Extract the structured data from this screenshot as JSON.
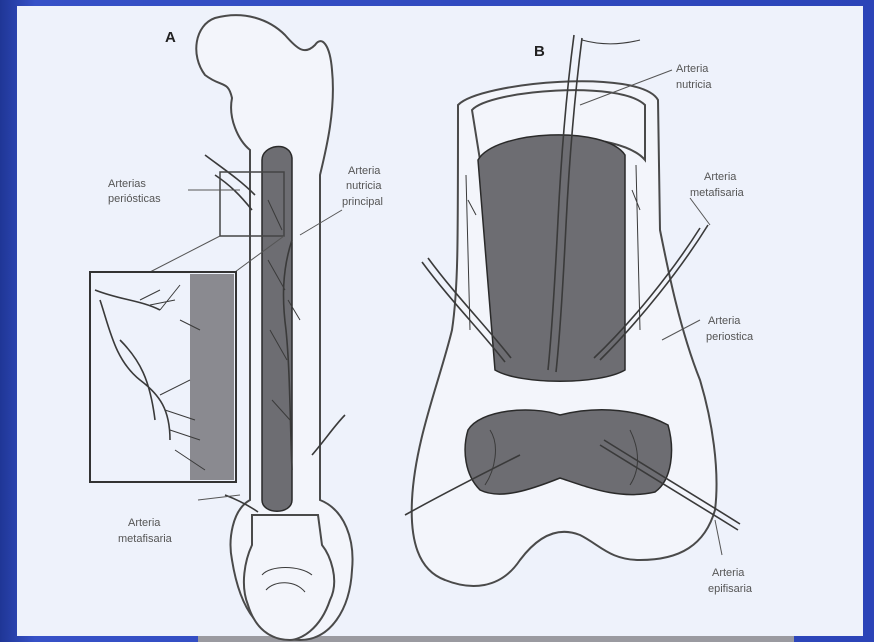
{
  "panels": {
    "a": "A",
    "b": "B"
  },
  "labels": {
    "arterias_periosticas": [
      "Arterias",
      "periósticas"
    ],
    "arteria_nutricia_principal": [
      "Arteria",
      "nutricia",
      "principal"
    ],
    "arteria_metafisaria_a": [
      "Arteria",
      "metafisaria"
    ],
    "arteria_nutricia": [
      "Arteria",
      "nutricia"
    ],
    "arteria_metafisaria_b": [
      "Arteria",
      "metafisaria"
    ],
    "arteria_periostica": [
      "Arteria",
      "periostica"
    ],
    "arteria_epifisaria": [
      "Arteria",
      "epifisaria"
    ]
  },
  "colors": {
    "slide_background": "#2a3fa8",
    "paper": "#eef2fb",
    "cavity": "#6d6d72"
  }
}
